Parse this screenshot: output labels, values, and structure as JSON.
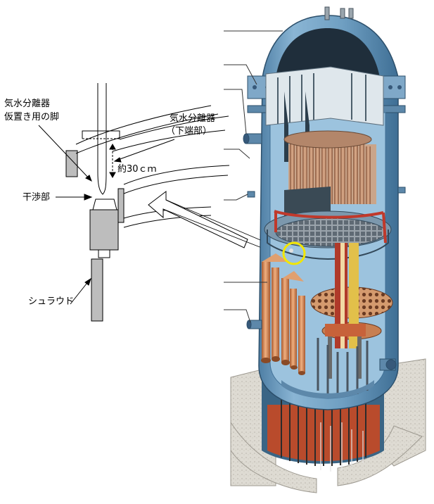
{
  "labels": {
    "separator_leg_line1": "気水分離器",
    "separator_leg_line2": "仮置き用の脚",
    "separator_bottom_line1": "気水分離器",
    "separator_bottom_line2": "（下端部）",
    "distance": "約30ｃｍ",
    "interference": "干渉部",
    "shroud": "シュラウド"
  },
  "colors": {
    "vessel_blue": "#6f9fc2",
    "vessel_blue_dark": "#3f6f95",
    "interior_blue": "#9cc3de",
    "copper": "#d98c5a",
    "copper_dark": "#a85a30",
    "grey_part": "#c8c8c8",
    "highlight_circle": "#f2e600",
    "concrete": "#d9d6cf"
  }
}
